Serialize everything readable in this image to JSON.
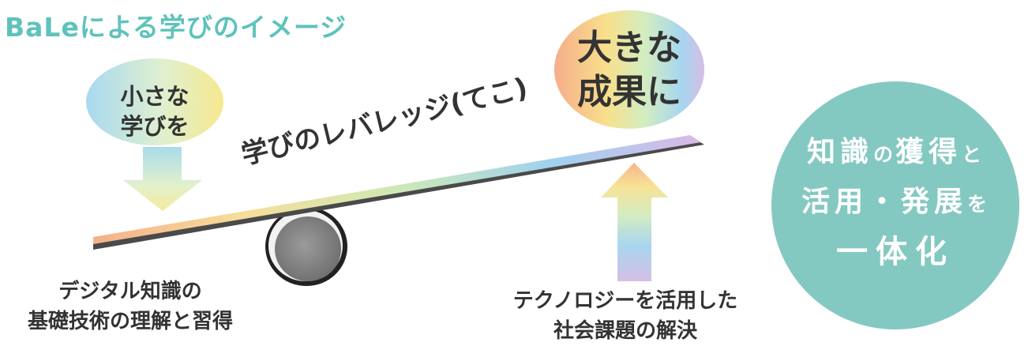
{
  "title": "BaLeによる学びのイメージ",
  "small_bubble": {
    "line1": "小さな",
    "line2": "学びを"
  },
  "big_bubble": {
    "line1": "大きな",
    "line2": "成果に"
  },
  "lever_label": "学びのレバレッジ(てこ)",
  "caption_left": {
    "line1": "デジタル知識の",
    "line2": "基礎技術の理解と習得"
  },
  "caption_right": {
    "line1": "テクノロジーを活用した",
    "line2": "社会課題の解決"
  },
  "goal": {
    "w1": "知識",
    "p1": "の",
    "w2": "獲得",
    "p2": "と",
    "w3": "活用",
    "sep": "・",
    "w4": "発展",
    "p3": "を",
    "w5": "一体化"
  },
  "colors": {
    "title": "#5ec3bb",
    "goal_circle": "#84c9c1",
    "text": "#333333"
  }
}
